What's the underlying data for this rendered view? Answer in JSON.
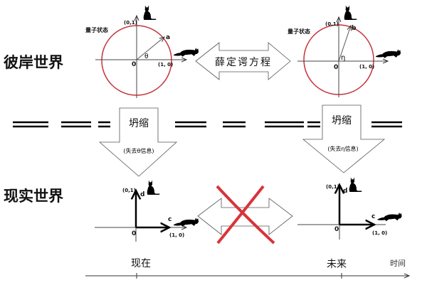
{
  "rows": {
    "other_world": "彼岸世界",
    "real_world": "现实世界"
  },
  "quantum": {
    "state_label": "量子状态",
    "point_01": "(0,1)",
    "point_10": "(1, 0)",
    "origin": "0",
    "vector_left": "a",
    "angle_left": "θ",
    "vector_right": "b",
    "angle_right": "η"
  },
  "equation_label": "薛定谔方程",
  "collapse": {
    "label": "坍缩",
    "left_note": "(失去θ信息)",
    "right_note": "(失去η信息)"
  },
  "real": {
    "axis_y": "d",
    "axis_x": "c",
    "point_01": "(0,1)",
    "point_10": "(1, 0)",
    "origin": "0"
  },
  "timeline": {
    "now": "现在",
    "future": "未来",
    "axis": "时间"
  },
  "colors": {
    "circle": "#c8323c",
    "cross": "#d9333a"
  }
}
